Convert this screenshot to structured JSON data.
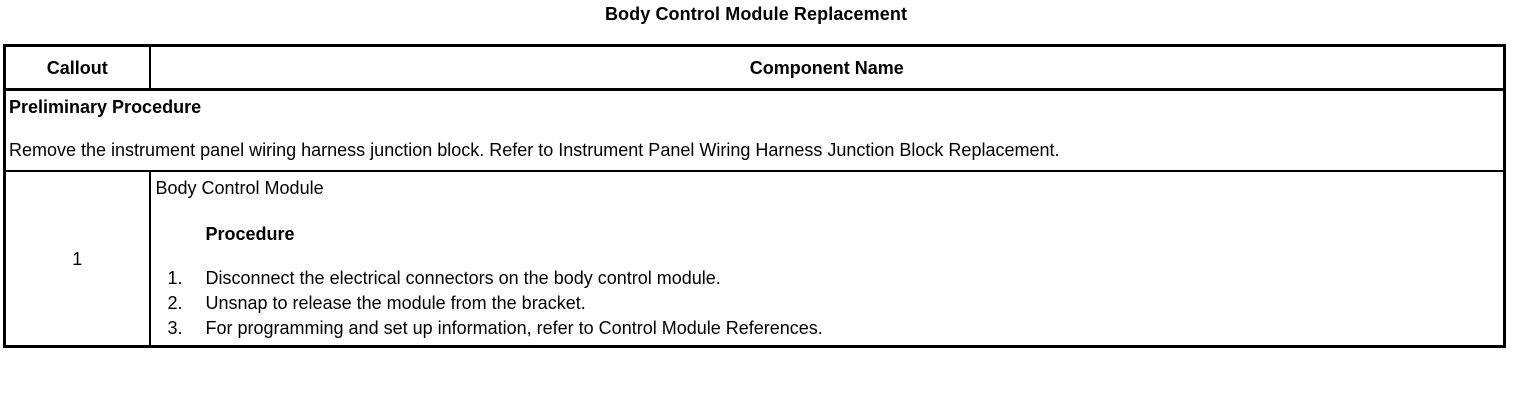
{
  "document": {
    "title": "Body Control Module Replacement"
  },
  "table": {
    "headers": {
      "callout": "Callout",
      "component_name": "Component Name"
    },
    "preliminary": {
      "heading": "Preliminary Procedure",
      "text": "Remove the instrument panel wiring harness junction block. Refer to Instrument Panel Wiring Harness Junction Block Replacement."
    },
    "rows": [
      {
        "callout": "1",
        "component_name": "Body Control Module",
        "subheading": "Procedure",
        "steps": [
          {
            "number": "1.",
            "text": "Disconnect the electrical connectors on the body control module."
          },
          {
            "number": "2.",
            "text": "Unsnap to release the module from the bracket."
          },
          {
            "number": "3.",
            "text": "For programming and set up information, refer to Control Module References."
          }
        ]
      }
    ]
  },
  "colors": {
    "border": "#000000",
    "text": "#000000",
    "background": "#ffffff"
  }
}
